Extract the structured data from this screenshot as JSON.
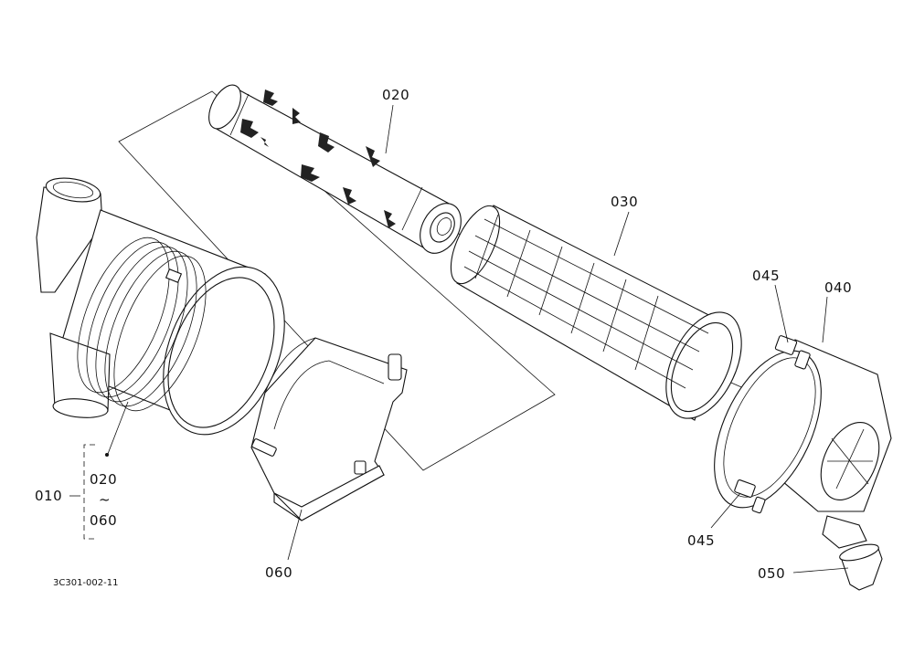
{
  "labels": {
    "p020": "020",
    "p030": "030",
    "p045_top": "045",
    "p040": "040",
    "p045_bottom": "045",
    "p050": "050",
    "p060": "060",
    "p010": "010",
    "range_start": "020",
    "range_sep": "~",
    "range_end": "060"
  },
  "drawing_code": "3C301-002-11"
}
